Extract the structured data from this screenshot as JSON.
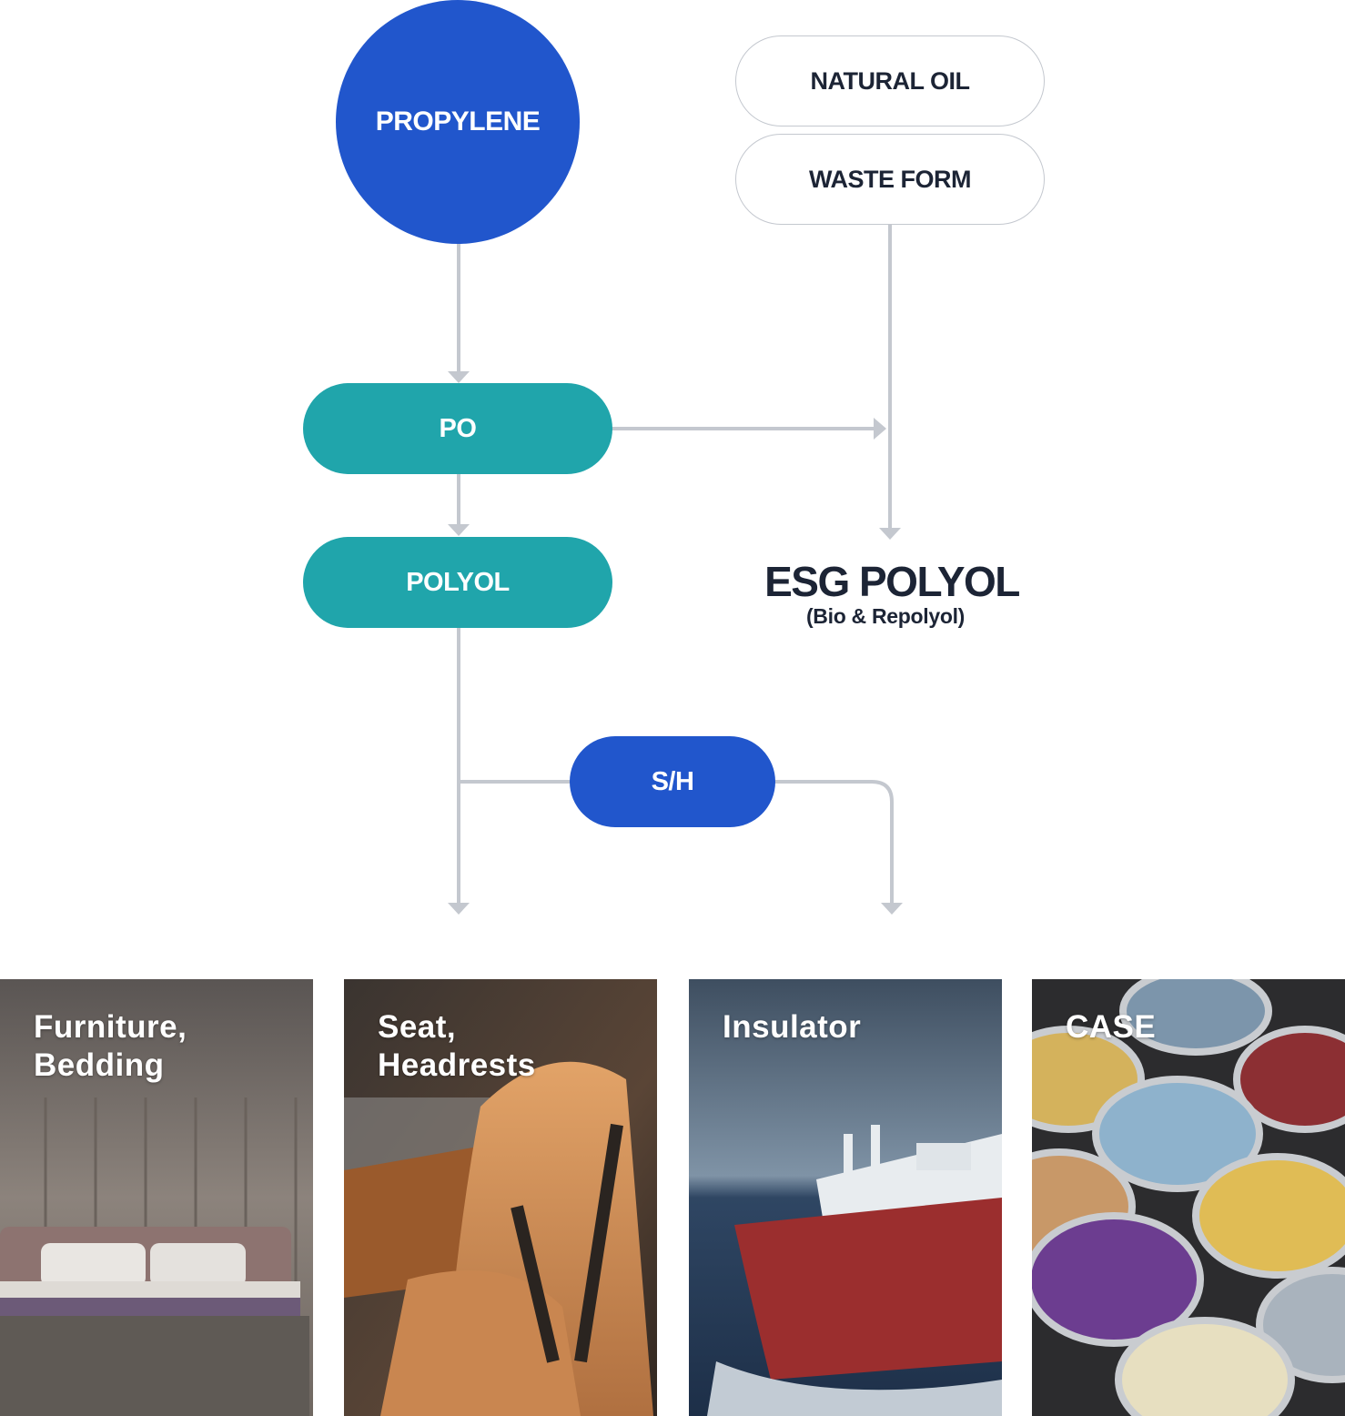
{
  "nodes": {
    "propylene": "PROPYLENE",
    "natural_oil": "NATURAL OIL",
    "waste_form": "WASTE FORM",
    "po": "PO",
    "polyol": "POLYOL",
    "sh": "S/H"
  },
  "esg": {
    "title": "ESG POLYOL",
    "subtitle": "(Bio & Repolyol)"
  },
  "applications": [
    {
      "label": "Furniture,\nBedding"
    },
    {
      "label": "Seat,\nHeadrests"
    },
    {
      "label": "Insulator"
    },
    {
      "label": "CASE"
    }
  ],
  "colors": {
    "blue": "#2156cc",
    "teal": "#20a5ab",
    "connector": "#c4c8cf",
    "text_dark": "#1c2435"
  }
}
